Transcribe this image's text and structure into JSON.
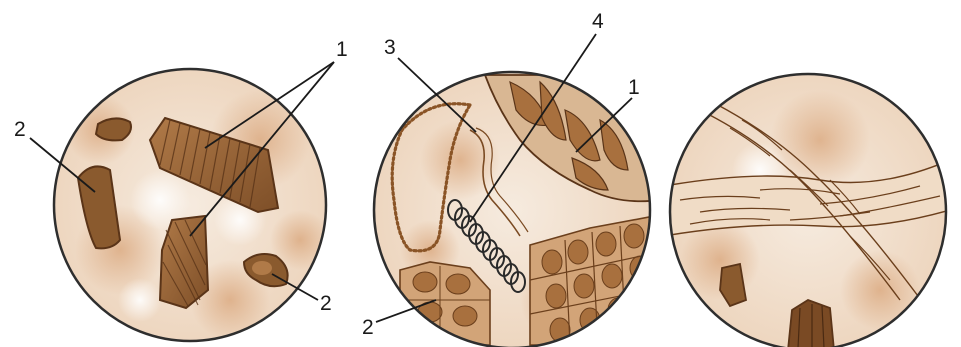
{
  "circles": [
    {
      "labels": [
        "1",
        "2",
        "2"
      ]
    },
    {
      "labels": [
        "3",
        "4",
        "1",
        "2"
      ]
    },
    {
      "labels": []
    }
  ],
  "colors": {
    "background": "#ffffff",
    "field": "#f1e1d0",
    "blotch": "#e2b893",
    "tissue": "#9a6335",
    "tissue_dark": "#5a3418",
    "coil": "#2a2a2a",
    "outline": "#2e2e2e"
  }
}
